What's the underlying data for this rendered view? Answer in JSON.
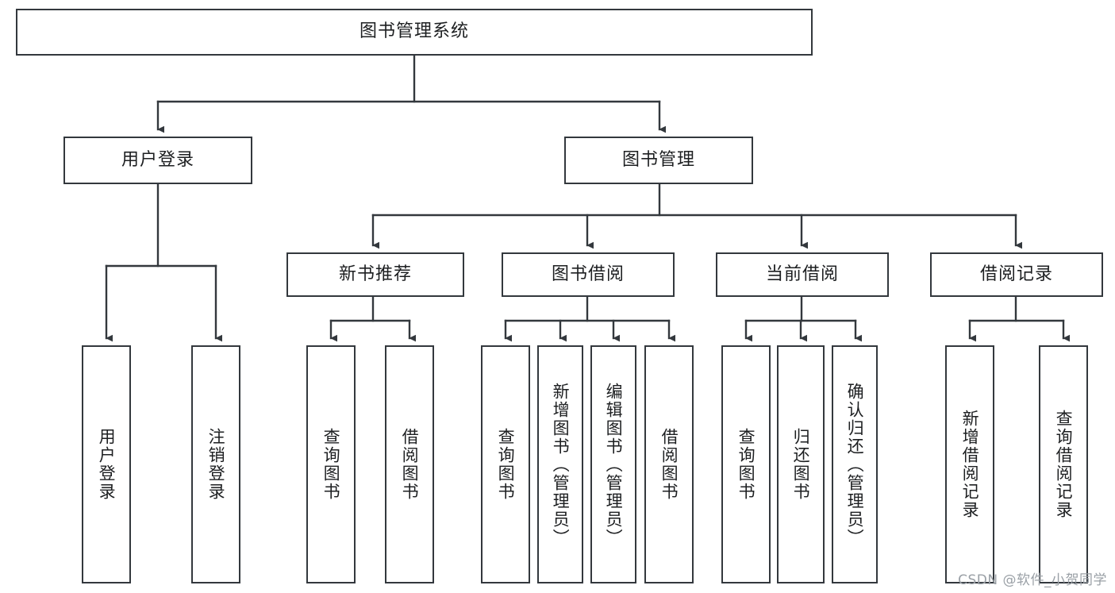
{
  "diagram": {
    "type": "tree",
    "title": "图书管理系统",
    "watermark": "CSDN @软件_小贺同学",
    "colors": {
      "border": "#33383d",
      "background": "#ffffff",
      "text": "#1d1f21",
      "watermark": "#9aa0a6"
    },
    "levels": {
      "root": {
        "label": "图书管理系统"
      },
      "level2": [
        {
          "label": "用户登录"
        },
        {
          "label": "图书管理"
        }
      ],
      "level3": [
        {
          "label": "新书推荐"
        },
        {
          "label": "图书借阅"
        },
        {
          "label": "当前借阅"
        },
        {
          "label": "借阅记录"
        }
      ],
      "leaves": [
        {
          "label": "用户登录",
          "parent": "用户登录"
        },
        {
          "label": "注销登录",
          "parent": "用户登录"
        },
        {
          "label": "查询图书",
          "parent": "新书推荐"
        },
        {
          "label": "借阅图书",
          "parent": "新书推荐"
        },
        {
          "label": "查询图书",
          "parent": "图书借阅"
        },
        {
          "label": "新增图书（管理员）",
          "parent": "图书借阅"
        },
        {
          "label": "编辑图书（管理员）",
          "parent": "图书借阅"
        },
        {
          "label": "借阅图书",
          "parent": "图书借阅"
        },
        {
          "label": "查询图书",
          "parent": "当前借阅"
        },
        {
          "label": "归还图书",
          "parent": "当前借阅"
        },
        {
          "label": "确认归还（管理员）",
          "parent": "当前借阅"
        },
        {
          "label": "新增借阅记录",
          "parent": "借阅记录"
        },
        {
          "label": "查询借阅记录",
          "parent": "借阅记录"
        }
      ]
    }
  }
}
